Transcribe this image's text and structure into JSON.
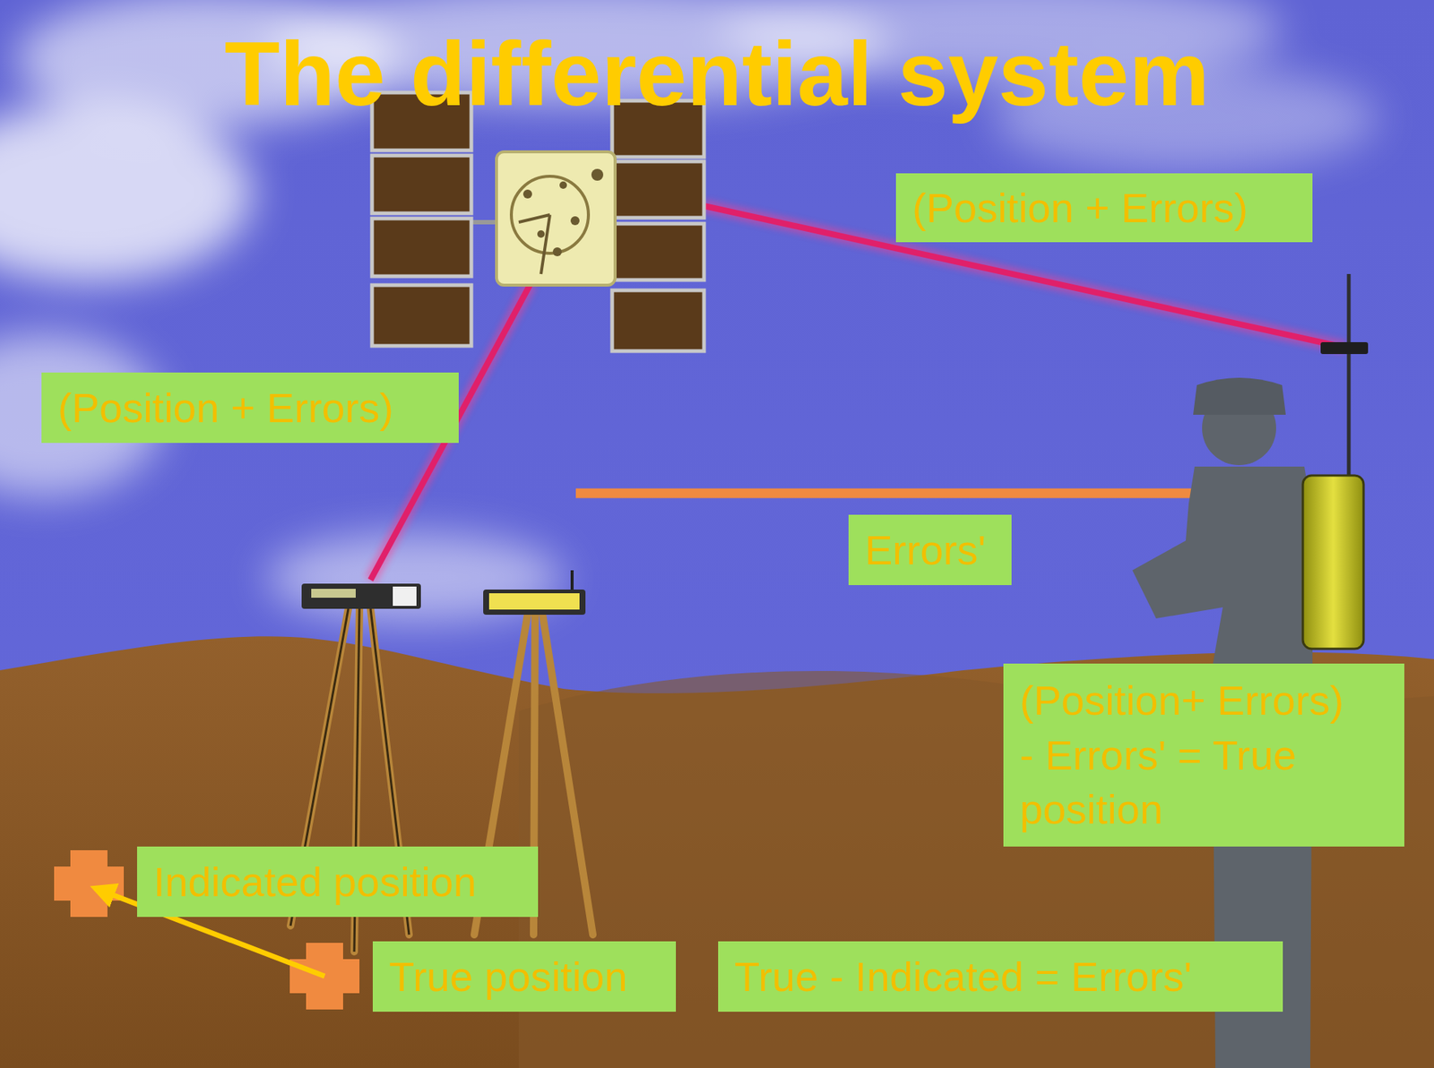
{
  "diagram": {
    "title": "The differential system",
    "nodes": [
      {
        "text": [
          "(Position + Errors)"
        ]
      },
      {
        "text": [
          "(Position + Errors)"
        ]
      },
      {
        "text": [
          "Errors'"
        ]
      },
      {
        "text": [
          "(Position+ Errors) - Errors' = True position"
        ]
      },
      {
        "text": [
          "Indicated position"
        ]
      },
      {
        "text": [
          "True position"
        ]
      },
      {
        "text": [
          "True - Indicated = Errors'"
        ]
      }
    ]
  }
}
